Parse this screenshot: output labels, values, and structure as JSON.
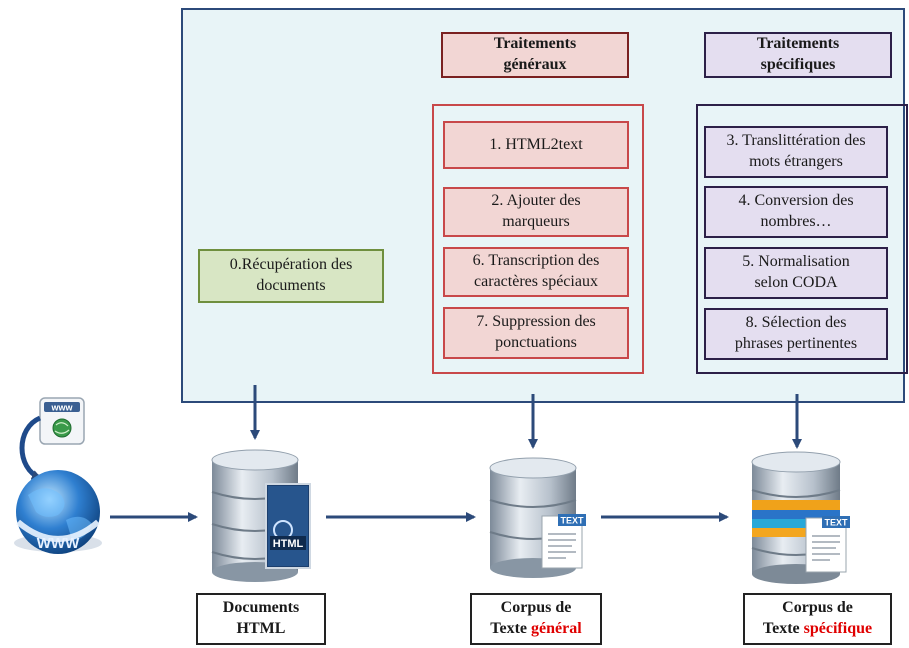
{
  "headers": {
    "general": "Traitements\ngénéraux",
    "specific": "Traitements\nspécifiques"
  },
  "steps": {
    "recuperation": "0.Récupération des\ndocuments",
    "general": [
      "1. HTML2text",
      "2. Ajouter des\nmarqueurs",
      "6. Transcription des\ncaractères spéciaux",
      "7. Suppression des\nponctuations"
    ],
    "specific": [
      "3. Translittération des\nmots étrangers",
      "4. Conversion des\nnombres…",
      "5. Normalisation\nselon CODA",
      "8. Sélection des\nphrases pertinentes"
    ]
  },
  "outputs": {
    "html": {
      "line1": "Documents",
      "line2": "HTML"
    },
    "general": {
      "line1": "Corpus de",
      "line2_prefix": "Texte ",
      "line2_highlight": "général"
    },
    "specific": {
      "line1": "Corpus de",
      "line2_prefix": "Texte ",
      "line2_highlight": "spécifique"
    }
  },
  "icons": {
    "www_badge": "www",
    "html_badge": "HTML",
    "text_badge": "TEXT",
    "globe_text": "WWW"
  },
  "colors": {
    "panel": "#e8f4f7",
    "arrow": "#2c4a7a",
    "general": "#f2d6d4",
    "specific": "#e4def0",
    "recuperation": "#d8e6c4",
    "highlight": "#e00000"
  }
}
